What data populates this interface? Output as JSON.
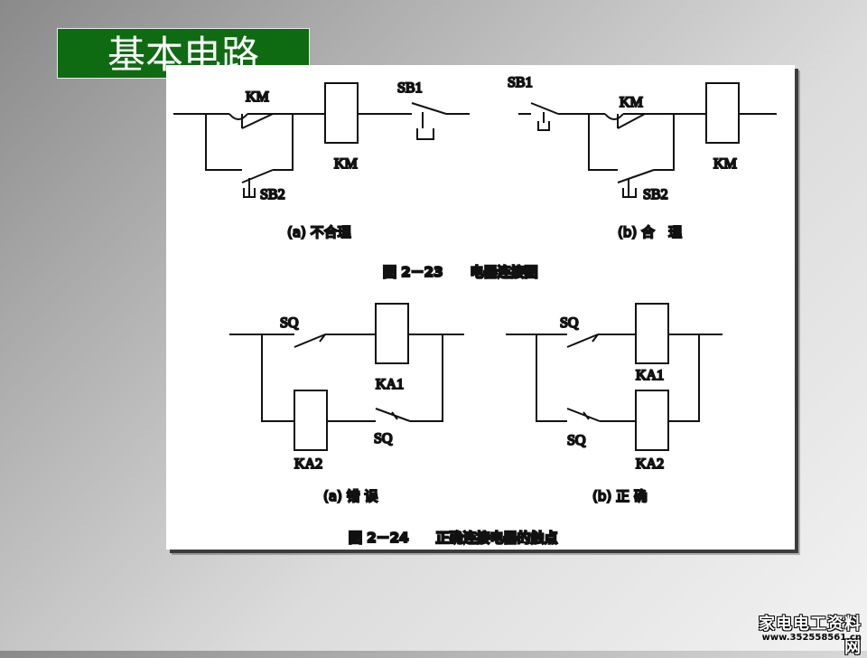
{
  "slide": {
    "title": "基本电路"
  },
  "fig23": {
    "a": {
      "caption": "(a) 不合理",
      "km": "KM",
      "km_coil": "KM",
      "sb1": "SB1",
      "sb2": "SB2"
    },
    "b": {
      "caption": "(b) 合　理",
      "km": "KM",
      "km_coil": "KM",
      "sb1": "SB1",
      "sb2": "SB2"
    },
    "caption": "图 2－23　　电器连接图"
  },
  "fig24": {
    "a": {
      "caption": "(a) 错 误",
      "sq_top": "SQ",
      "ka1": "KA1",
      "ka2": "KA2",
      "sq_bottom": "SQ"
    },
    "b": {
      "caption": "(b) 正 确",
      "sq_top": "SQ",
      "ka1": "KA1",
      "ka2": "KA2",
      "sq_bottom": "SQ"
    },
    "caption": "图 2－24　　正确连接电器的触点"
  },
  "watermark": {
    "name": "家电电工资料网",
    "url": "www.352558561.cn"
  }
}
